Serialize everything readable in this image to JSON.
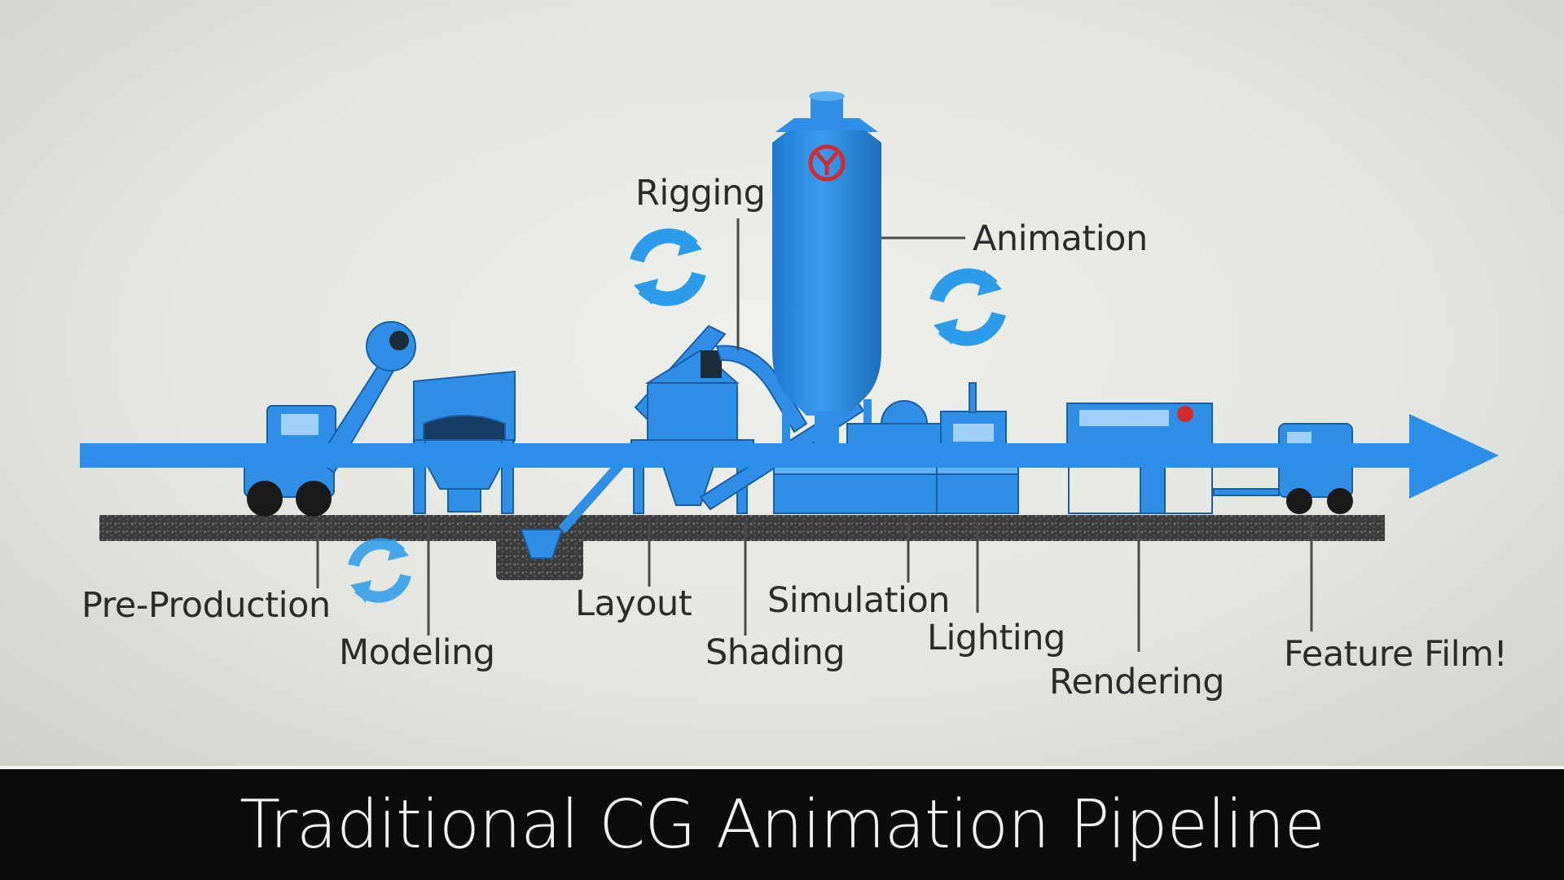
{
  "diagram": {
    "stages": [
      {
        "id": "pre-production",
        "label": "Pre-Production"
      },
      {
        "id": "modeling",
        "label": "Modeling"
      },
      {
        "id": "layout",
        "label": "Layout"
      },
      {
        "id": "rigging",
        "label": "Rigging"
      },
      {
        "id": "shading",
        "label": "Shading"
      },
      {
        "id": "animation",
        "label": "Animation"
      },
      {
        "id": "simulation",
        "label": "Simulation"
      },
      {
        "id": "lighting",
        "label": "Lighting"
      },
      {
        "id": "rendering",
        "label": "Rendering"
      },
      {
        "id": "feature-film",
        "label": "Feature Film!"
      }
    ],
    "colors": {
      "machine_blue": "#2f8ee6",
      "arrow_blue": "#2b8fea",
      "cycle_blue": "#2c9be9",
      "ground": "#3a3a3a",
      "label_text": "#2b2b2b",
      "leader_line": "#4a4a4a",
      "logo_red": "#d22b2b"
    },
    "icons": [
      "cycle-arrows-icon",
      "cycle-arrows-icon",
      "cycle-arrows-icon",
      "logo-y-icon"
    ]
  },
  "caption": {
    "title": "Traditional CG Animation Pipeline"
  }
}
